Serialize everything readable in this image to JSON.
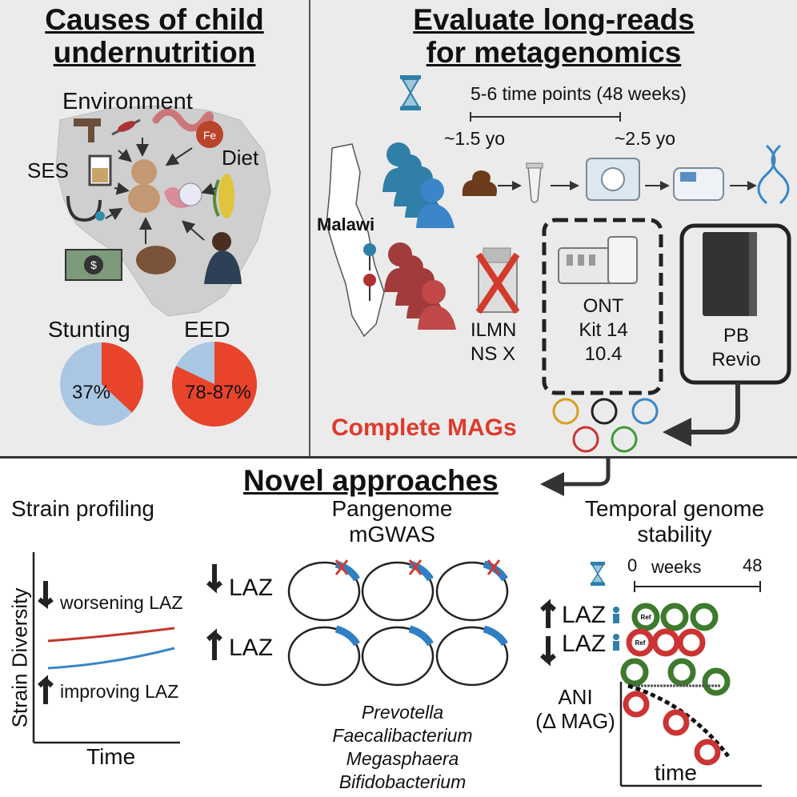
{
  "causes": {
    "title_line1": "Causes of child",
    "title_line2": "undernutrition",
    "environment": "Environment",
    "ses": "SES",
    "diet": "Diet",
    "fe": "Fe",
    "stunting": {
      "label": "Stunting",
      "percent_text": "37%",
      "fraction": 0.37
    },
    "eed": {
      "label": "EED",
      "percent_text": "78-87%",
      "fraction": 0.82
    }
  },
  "evaluate": {
    "title_line1": "Evaluate long-reads",
    "title_line2": "for metagenomics",
    "timepoints": "5-6 time points (48 weeks)",
    "age_start": "~1.5 yo",
    "age_end": "~2.5 yo",
    "country": "Malawi",
    "ilmn_line1": "ILMN",
    "ilmn_line2": "NS X",
    "ont_line1": "ONT",
    "ont_line2": "Kit 14",
    "ont_line3": "10.4",
    "pb_line1": "PB",
    "pb_line2": "Revio",
    "complete_mags": "Complete MAGs"
  },
  "novel": {
    "title": "Novel approaches",
    "strain": {
      "title": "Strain profiling",
      "worsening": "worsening LAZ",
      "improving": "improving LAZ",
      "ylabel": "Strain Diversity",
      "xlabel": "Time"
    },
    "pangenome": {
      "title_line1": "Pangenome",
      "title_line2": "mGWAS",
      "laz_down": "LAZ",
      "laz_up": "LAZ",
      "taxa": [
        "Prevotella",
        "Faecalibacterium",
        "Megasphaera",
        "Bifidobacterium"
      ]
    },
    "temporal": {
      "title_line1": "Temporal genome",
      "title_line2": "stability",
      "week_start": "0",
      "weeks": "weeks",
      "week_end": "48",
      "laz_up": "LAZ",
      "laz_down": "LAZ",
      "ref": "Ref",
      "ani_line1": "ANI",
      "ani_line2": "(Δ MAG)",
      "xlabel": "time"
    }
  },
  "colors": {
    "red": "#e8442b",
    "blue": "#a9c7e3",
    "green": "#3d7a2e",
    "ring_red": "#cc3333",
    "teal": "#2f7fa8",
    "maroon": "#a23b3b",
    "lineblue": "#3a86c8"
  }
}
